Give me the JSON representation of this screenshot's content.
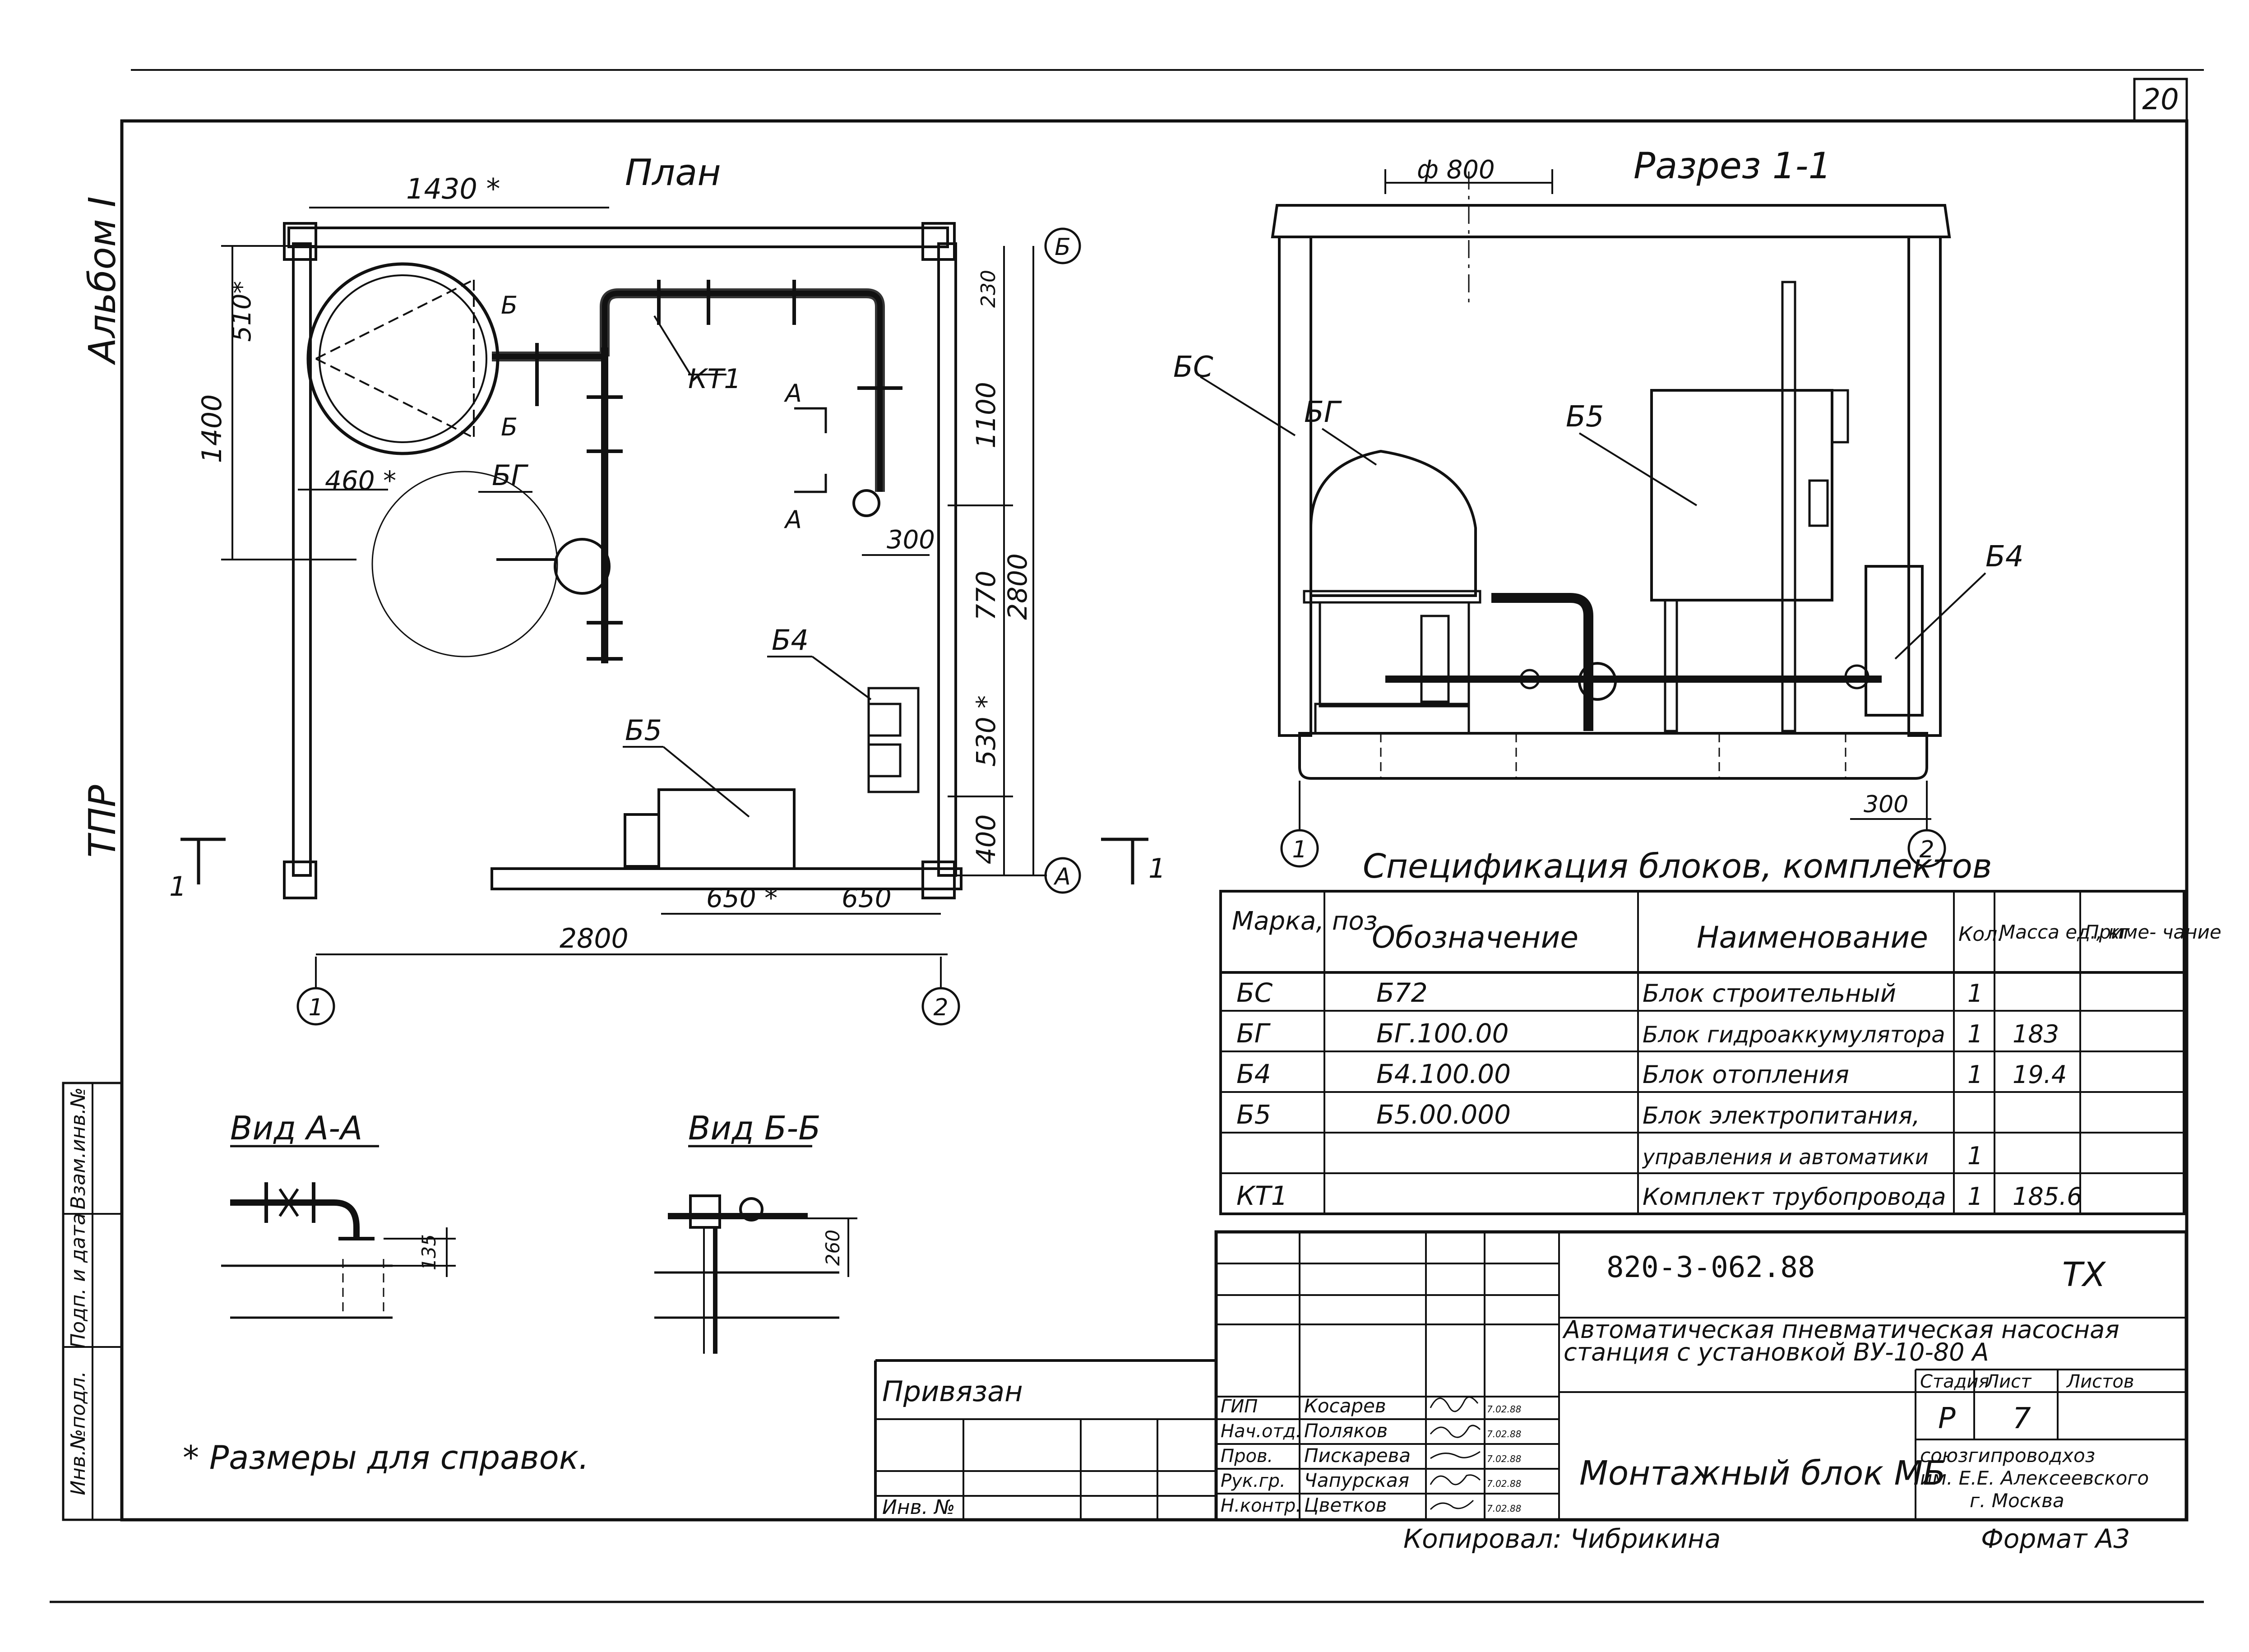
{
  "page_number": "20",
  "margin": {
    "album": "Альбом I",
    "tpr": "ТПР"
  },
  "stamp_column": [
    "Взам.инв.№",
    "Подп. и дата",
    "Инв.№подл."
  ],
  "plan": {
    "title": "План",
    "dims": {
      "d1430": "1430 *",
      "d510": "510*",
      "d1400": "1400",
      "d460": "460 *",
      "d230": "230",
      "d1100": "1100",
      "d770": "770",
      "d2800v": "2800",
      "d530": "530 *",
      "d400": "400",
      "d300": "300",
      "d650a": "650 *",
      "d650b": "650",
      "d2800h": "2800"
    },
    "labels": {
      "bg": "БГ",
      "kt1": "КТ1",
      "b4": "Б4",
      "b5": "Б5",
      "b_top": "Б",
      "b_bot": "Б",
      "a_top": "А",
      "a_bot": "А"
    },
    "axes": {
      "ax_b": "Б",
      "ax_a": "А",
      "ax_1": "1",
      "ax_2": "2"
    },
    "section_marks": {
      "left": "1",
      "right": "1"
    }
  },
  "section": {
    "title": "Разрез 1-1",
    "dim_phi": "ф 800",
    "dim_300": "300",
    "labels": {
      "bs": "БС",
      "bg": "БГ",
      "b5": "Б5",
      "b4": "Б4"
    },
    "axes": {
      "ax_1": "1",
      "ax_2": "2"
    }
  },
  "view_aa": {
    "title": "Вид А-А",
    "dim": "135"
  },
  "view_bb": {
    "title": "Вид Б-Б",
    "dim": "260"
  },
  "note": "* Размеры для справок.",
  "spec": {
    "title": "Спецификация блоков, комплектов",
    "headers": {
      "mark": "Марка, поз.",
      "designation": "Обозначение",
      "name": "Наименование",
      "qty": "Кол.",
      "mass": "Масса ед., кг",
      "note": "Приме- чание"
    },
    "rows": [
      {
        "mark": "БС",
        "designation": "Б72",
        "name": "Блок строительный",
        "qty": "1",
        "mass": "",
        "note": ""
      },
      {
        "mark": "БГ",
        "designation": "БГ.100.00",
        "name": "Блок гидроаккумулятора",
        "qty": "1",
        "mass": "183",
        "note": ""
      },
      {
        "mark": "Б4",
        "designation": "Б4.100.00",
        "name": "Блок отопления",
        "qty": "1",
        "mass": "19.4",
        "note": ""
      },
      {
        "mark": "Б5",
        "designation": "Б5.00.000",
        "name": "Блок электропитания,",
        "qty": "",
        "mass": "",
        "note": ""
      },
      {
        "mark": "",
        "designation": "",
        "name": "управления и автоматики",
        "qty": "1",
        "mass": "",
        "note": ""
      },
      {
        "mark": "КТ1",
        "designation": "",
        "name": "Комплект трубопровода",
        "qty": "1",
        "mass": "185.6",
        "note": ""
      }
    ]
  },
  "title_block": {
    "code": "820-3-062.88",
    "mark": "ТХ",
    "project": [
      "Автоматическая пневматическая насосная",
      "станция с установкой ВУ-10-80 А"
    ],
    "sheet_title": "Монтажный блок МБ",
    "org": [
      "союзгипроводхоз",
      "им. Е.Е. Алексеевского",
      "г. Москва"
    ],
    "stage_header": "Стадия",
    "sheet_header": "Лист",
    "sheets_header": "Листов",
    "stage": "Р",
    "sheet": "7",
    "sheets": "",
    "privyazan": "Привязан",
    "inv": "Инв. №",
    "signatures": [
      {
        "role": "ГИП",
        "name": "Косарев",
        "date": "7.02.88"
      },
      {
        "role": "Нач.отд.",
        "name": "Поляков",
        "date": "7.02.88"
      },
      {
        "role": "Пров.",
        "name": "Пискарева",
        "date": "7.02.88"
      },
      {
        "role": "Рук.гр.",
        "name": "Чапурская",
        "date": "7.02.88"
      },
      {
        "role": "Н.контр.",
        "name": "Цветков",
        "date": "7.02.88"
      }
    ],
    "copied": "Копировал: Чибрикина",
    "format": "Формат А3"
  }
}
